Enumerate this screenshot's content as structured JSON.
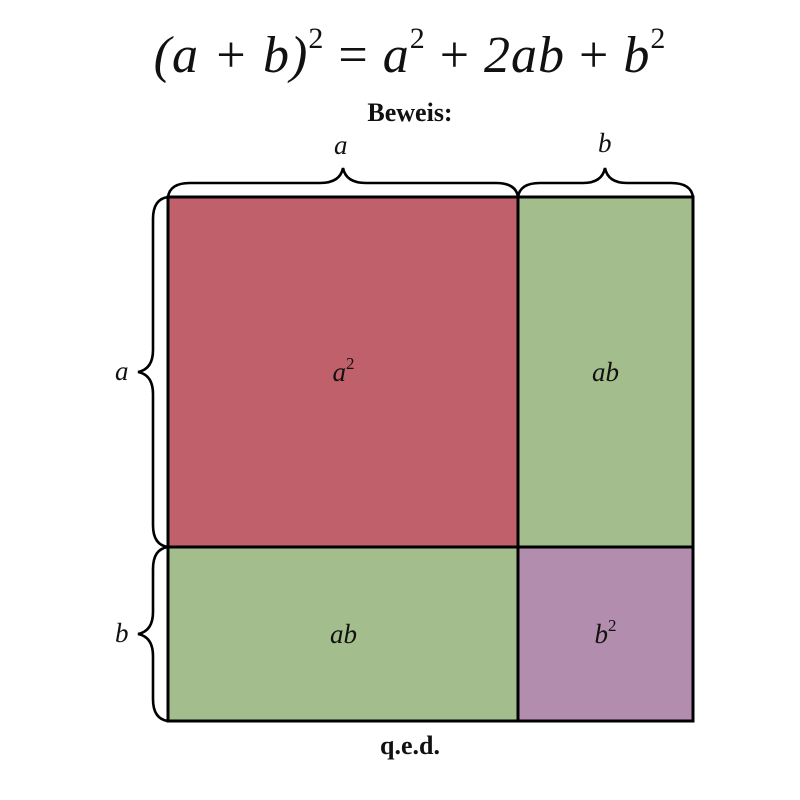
{
  "formula": {
    "lhs_base": "(a + b)",
    "lhs_exp": "2",
    "equals": "=",
    "t1_base": "a",
    "t1_exp": "2",
    "plus1": "+",
    "t2": "2ab",
    "plus2": "+",
    "t3_base": "b",
    "t3_exp": "2"
  },
  "heading": "Beweis:",
  "footer": "q.e.d.",
  "braces": {
    "top_a": "a",
    "top_b": "b",
    "left_a": "a",
    "left_b": "b"
  },
  "regions": {
    "a_squared": {
      "base": "a",
      "exp": "2",
      "color": "#c0606b"
    },
    "ab_top_right": {
      "label": "ab",
      "color": "#a3bd8c"
    },
    "ab_bottom_left": {
      "label": "ab",
      "color": "#a3bd8c"
    },
    "b_squared": {
      "base": "b",
      "exp": "2",
      "color": "#b38dad"
    }
  },
  "colors": {
    "stroke": "#000000",
    "background": "#ffffff"
  }
}
